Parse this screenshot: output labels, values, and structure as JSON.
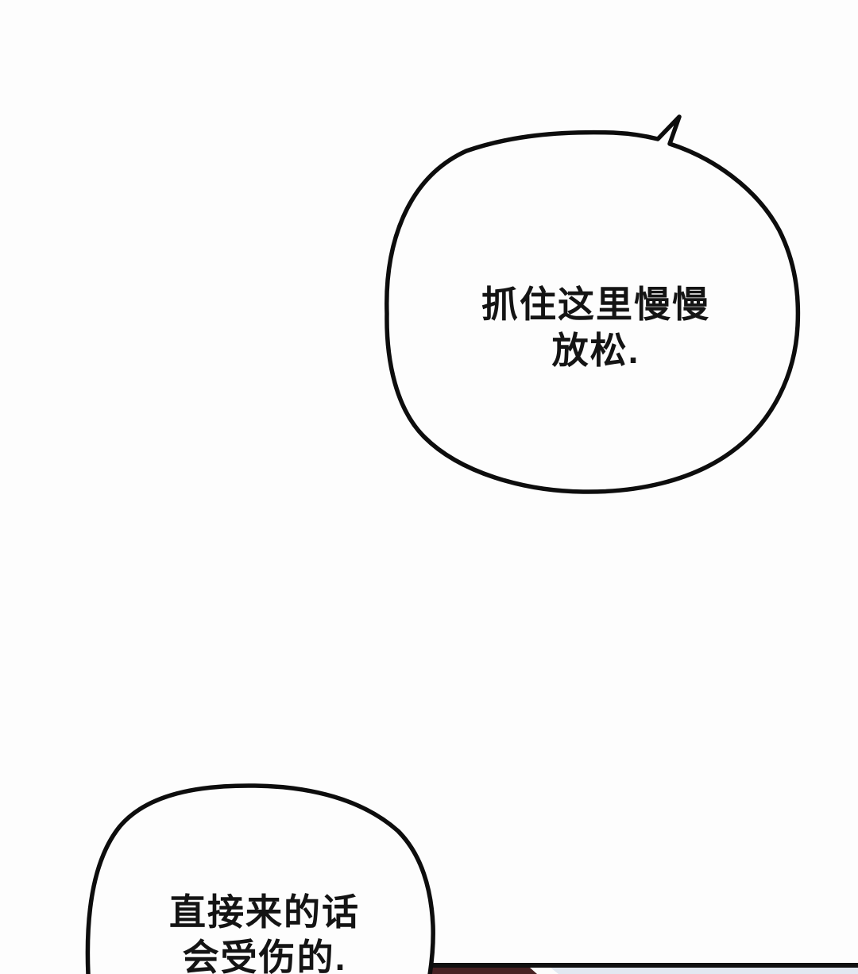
{
  "page": {
    "background_color": "#fdfdfd",
    "outline_color": "#0d0d0d"
  },
  "bubbles": [
    {
      "name": "top-speech-bubble",
      "lines": [
        "抓住这里慢慢",
        "放松."
      ]
    },
    {
      "name": "bottom-speech-bubble",
      "lines": [
        "直接来的话",
        "会受伤的."
      ]
    }
  ],
  "next_panel": {
    "divider_line_color": "#111111",
    "maroon_color": "#472123",
    "highlight_color": "#fcfcfc",
    "light_color": "#e2e8f1"
  }
}
